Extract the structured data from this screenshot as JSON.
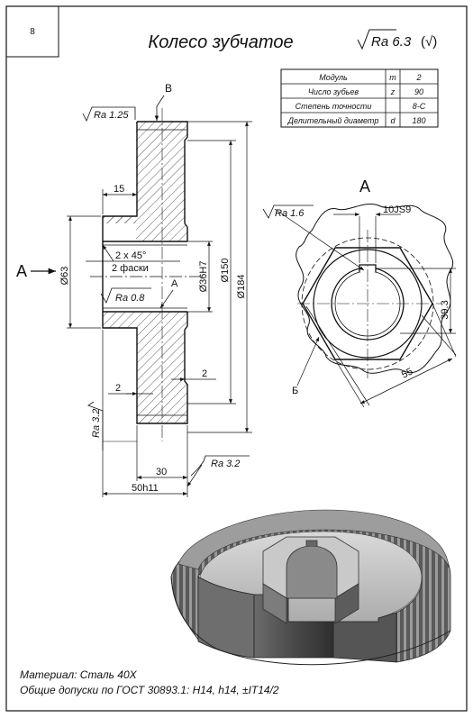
{
  "sheet": {
    "number": "8",
    "title": "Колесо зубчатое",
    "roughness_general": "Ra 6.3",
    "roughness_general_suffix": "(√)"
  },
  "spec_table": {
    "rows": [
      {
        "label": "Модуль",
        "symbol": "m",
        "value": "2"
      },
      {
        "label": "Число зубьев",
        "symbol": "z",
        "value": "90"
      },
      {
        "label": "Степень точности",
        "symbol": "",
        "value": "8-C"
      },
      {
        "label": "Делительный диаметр",
        "symbol": "d",
        "value": "180"
      }
    ]
  },
  "section_view": {
    "section_label": "A",
    "arrow_label": "В",
    "surface_ra_top": "Ra 1.25",
    "surface_ra_bore": "Ra 0.8",
    "surface_ra_left": "Ra 3.2",
    "surface_ra_bottom": "Ra 3.2",
    "dims": {
      "hub_width": "15",
      "chamfer_line1": "2 x 45°",
      "chamfer_line2": "2 фаски",
      "bore_dia": "Ø36H7",
      "hub_dia": "Ø63",
      "recess_dia": "Ø150",
      "outer_dia": "Ø184",
      "rim_chamfer_right": "2",
      "rim_chamfer_left": "2",
      "rim_width": "30",
      "total_width": "50h11",
      "bore_marker": "A"
    }
  },
  "front_view": {
    "title": "A",
    "surface_ra": "Ra 1.6",
    "keyway": "10JS9",
    "height_dim": "39.3",
    "across_flats": "55",
    "marker": "Б"
  },
  "footer": {
    "material": "Материал: Сталь 40Х",
    "tolerances": "Общие допуски по ГОСТ 30893.1: H14, h14, ±IT14/2"
  },
  "colors": {
    "line": "#111111",
    "hatch": "#333333",
    "render_dark": "#3c3c3c",
    "render_mid": "#8e8e8e",
    "render_light": "#cfcfcf"
  }
}
